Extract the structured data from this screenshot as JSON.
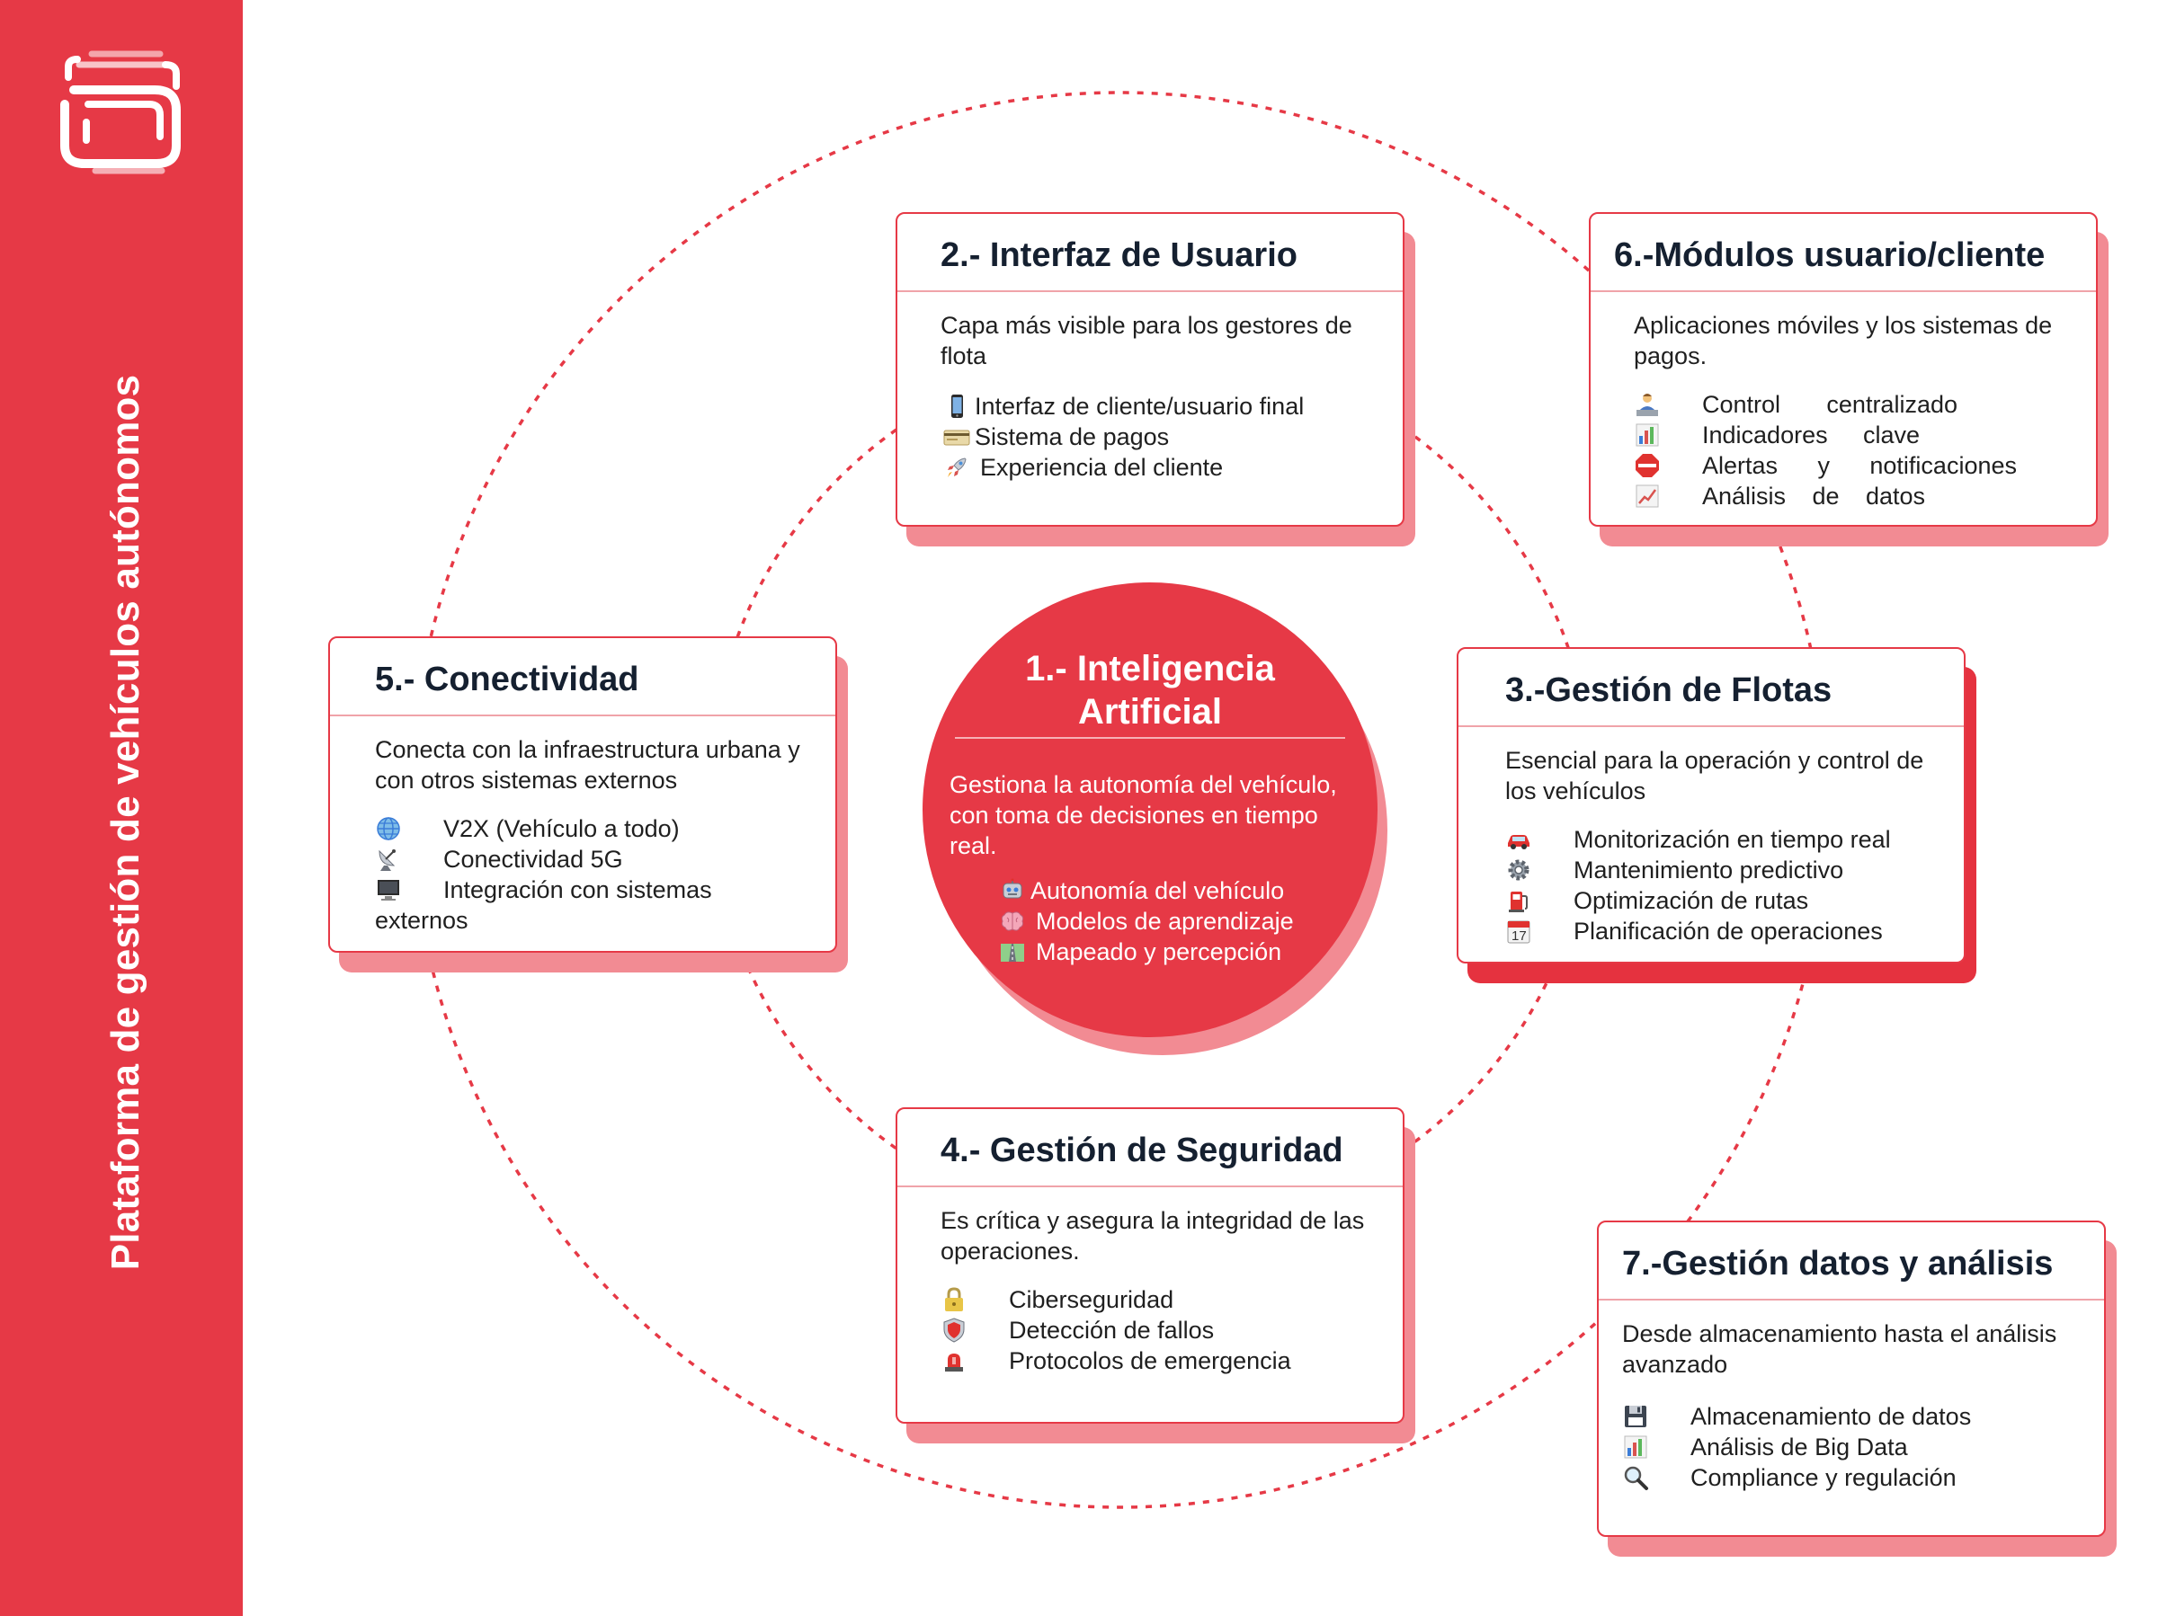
{
  "banner": {
    "title": "Plataforma de gestión de vehículos autónomos",
    "color": "#e63946"
  },
  "center": {
    "title": "1.- Inteligencia Artificial",
    "description": "Gestiona la autonomía del vehículo, con toma de decisiones en tiempo real.",
    "items": [
      {
        "icon": "robot-icon",
        "label": "Autonomía del vehículo"
      },
      {
        "icon": "brain-icon",
        "label": "Modelos de aprendizaje"
      },
      {
        "icon": "road-icon",
        "label": "Mapeado y percepción"
      }
    ]
  },
  "cards": {
    "interfaz": {
      "title": "2.- Interfaz de Usuario",
      "description": "Capa más visible para los gestores de flota",
      "items": [
        {
          "icon": "mobile-phone-icon",
          "label": "Interfaz de cliente/usuario final"
        },
        {
          "icon": "credit-card-icon",
          "label": "Sistema de pagos"
        },
        {
          "icon": "rocket-icon",
          "label": "Experiencia del cliente"
        }
      ]
    },
    "flotas": {
      "title": "3.-Gestión de Flotas",
      "description": "Esencial para la operación y control de los vehículos",
      "items": [
        {
          "icon": "car-icon",
          "label": "Monitorización en tiempo real"
        },
        {
          "icon": "gear-icon",
          "label": "Mantenimiento predictivo"
        },
        {
          "icon": "fuel-pump-icon",
          "label": "Optimización de rutas"
        },
        {
          "icon": "calendar-icon",
          "label": "Planificación de operaciones",
          "badge": "17"
        }
      ]
    },
    "seguridad": {
      "title": "4.- Gestión de Seguridad",
      "description": "Es crítica y asegura la integridad de las operaciones.",
      "items": [
        {
          "icon": "lock-icon",
          "label": "Ciberseguridad"
        },
        {
          "icon": "shield-icon",
          "label": "Detección de fallos"
        },
        {
          "icon": "siren-icon",
          "label": "Protocolos de emergencia"
        }
      ]
    },
    "conectividad": {
      "title": "5.- Conectividad",
      "description": "Conecta con la infraestructura urbana y con otros sistemas externos",
      "items": [
        {
          "icon": "globe-icon",
          "label": "V2X (Vehículo a todo)"
        },
        {
          "icon": "satellite-dish-icon",
          "label": "Conectividad 5G"
        },
        {
          "icon": "monitor-icon",
          "label": "Integración con sistemas externos"
        }
      ]
    },
    "modulos": {
      "title": "6.-Módulos usuario/cliente",
      "description": "Aplicaciones móviles y los sistemas de pagos.",
      "items": [
        {
          "icon": "person-at-desk-icon",
          "label": "Control centralizado",
          "words": [
            "Control",
            "centralizado"
          ]
        },
        {
          "icon": "bar-chart-icon",
          "label": "Indicadores clave",
          "words": [
            "Indicadores",
            "clave"
          ]
        },
        {
          "icon": "stop-sign-icon",
          "label": "Alertas y notificaciones",
          "words": [
            "Alertas",
            "y",
            "notificaciones"
          ]
        },
        {
          "icon": "line-chart-icon",
          "label": "Análisis de datos",
          "words": [
            "Análisis",
            "de",
            "datos"
          ]
        }
      ]
    },
    "datos": {
      "title": "7.-Gestión datos y análisis",
      "description": "Desde almacenamiento hasta el análisis avanzado",
      "items": [
        {
          "icon": "floppy-disk-icon",
          "label": "Almacenamiento de datos"
        },
        {
          "icon": "bar-chart-icon",
          "label": "Análisis de Big Data"
        },
        {
          "icon": "magnifier-icon",
          "label": "Compliance y regulación"
        }
      ]
    }
  }
}
